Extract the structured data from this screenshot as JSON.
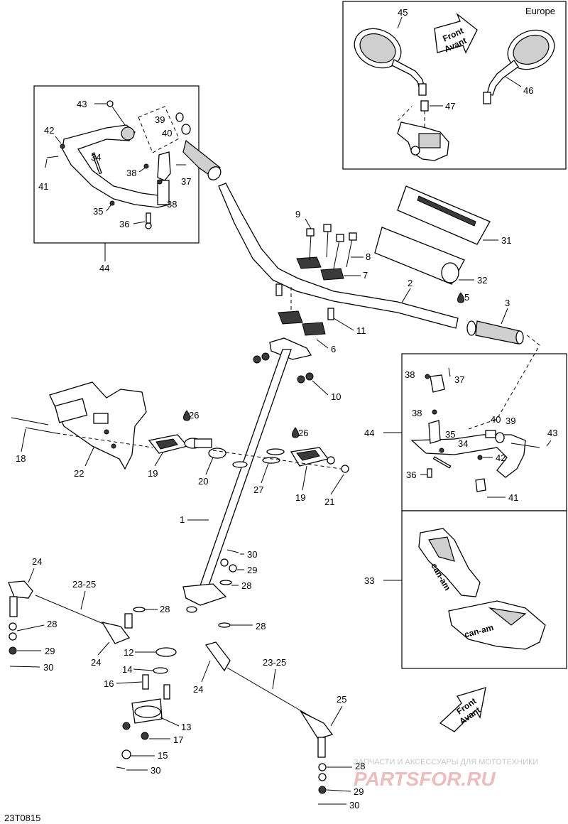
{
  "region_label": "Europe",
  "front_label": [
    "Front",
    "Avant"
  ],
  "drawing_code": "23T0815",
  "watermark": {
    "line1": "ЗАПЧАСТИ И АКСЕССУАРЫ ДЛЯ МОТОТЕХНИКИ",
    "line2": "PARTSFOR.RU"
  },
  "brand_text": "can-am",
  "callouts": {
    "c1": "1",
    "c2": "2",
    "c3": "3",
    "c5": "5",
    "c6": "6",
    "c7": "7",
    "c8": "8",
    "c9": "9",
    "c10": "10",
    "c11": "11",
    "c12": "12",
    "c13": "13",
    "c14": "14",
    "c15": "15",
    "c16": "16",
    "c17": "17",
    "c18": "18",
    "c19": "19",
    "c20": "20",
    "c21": "21",
    "c22": "22",
    "c23_25": "23-25",
    "c24": "24",
    "c25": "25",
    "c26": "26",
    "c27": "27",
    "c28": "28",
    "c29": "29",
    "c30": "30",
    "c31": "31",
    "c32": "32",
    "c33": "33",
    "c34": "34",
    "c35": "35",
    "c36": "36",
    "c37": "37",
    "c38": "38",
    "c39": "39",
    "c40": "40",
    "c41": "41",
    "c42": "42",
    "c43": "43",
    "c44": "44",
    "c45": "45",
    "c46": "46",
    "c47": "47"
  }
}
